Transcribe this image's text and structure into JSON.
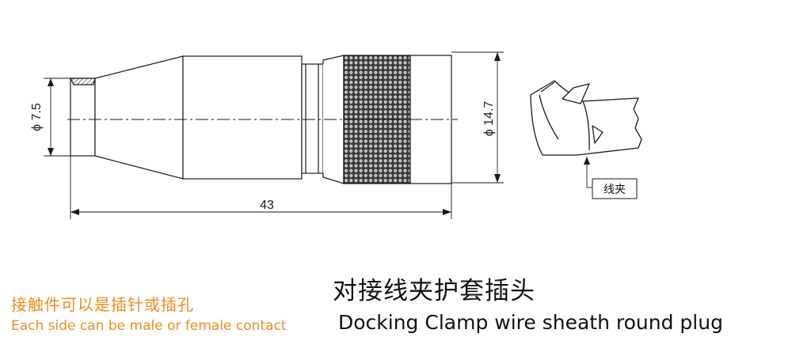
{
  "drawing": {
    "dimensions": {
      "small_diameter": "ϕ 7.5",
      "large_diameter": "ϕ 14.7",
      "overall_length": "43"
    },
    "clip_callout": "线夹"
  },
  "notes": {
    "contact_cn": "接触件可以是插针或插孔",
    "contact_en": "Each side can be male or female contact"
  },
  "title": {
    "cn": "对接线夹护套插头",
    "en": "Docking Clamp wire sheath round plug"
  }
}
